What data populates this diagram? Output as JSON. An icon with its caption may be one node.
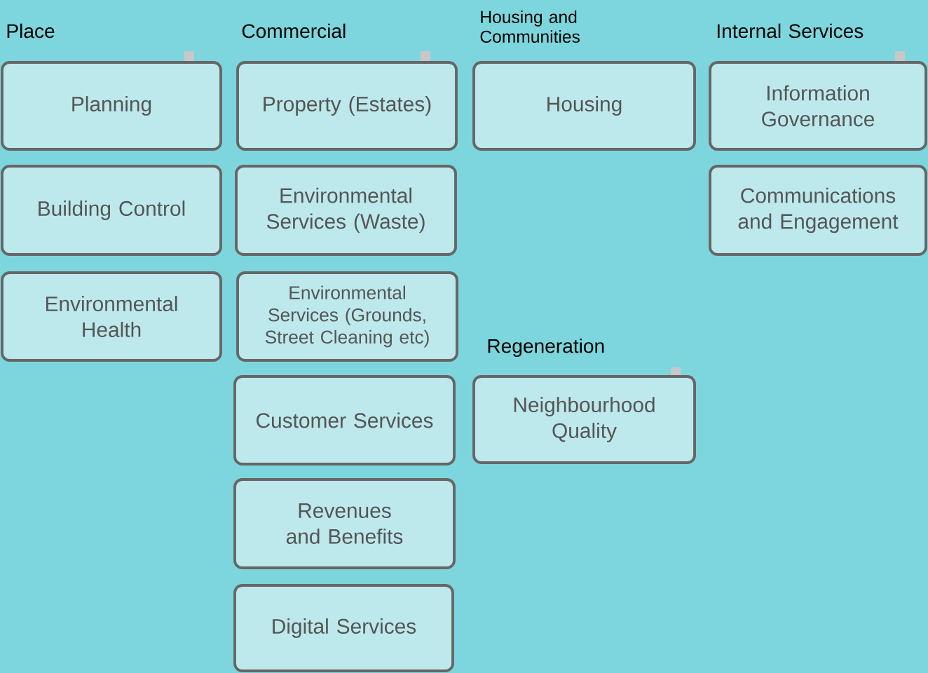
{
  "diagram": {
    "nodes": [
      {
        "text": [
          "Planning"
        ]
      },
      {
        "text": [
          "Building Control"
        ]
      },
      {
        "text": [
          "Environmental Health"
        ]
      },
      {
        "text": [
          "Property (Estates)"
        ]
      },
      {
        "text": [
          "Environmental Services (Waste)"
        ]
      },
      {
        "text": [
          "Environmental Services (Grounds, Street Cleaning etc)"
        ]
      },
      {
        "text": [
          "Customer Services"
        ]
      },
      {
        "text": [
          "Revenues and Benefits"
        ]
      },
      {
        "text": [
          "Digital Services"
        ]
      },
      {
        "text": [
          "Housing"
        ]
      },
      {
        "text": [
          "Neighbourhood Quality"
        ]
      },
      {
        "text": [
          "Information Governance"
        ]
      },
      {
        "text": [
          "Communications and Engagement"
        ]
      }
    ],
    "labels": [
      "Place",
      "Commercial",
      "Housing and Communities",
      "Internal Services",
      "Regeneration"
    ]
  }
}
